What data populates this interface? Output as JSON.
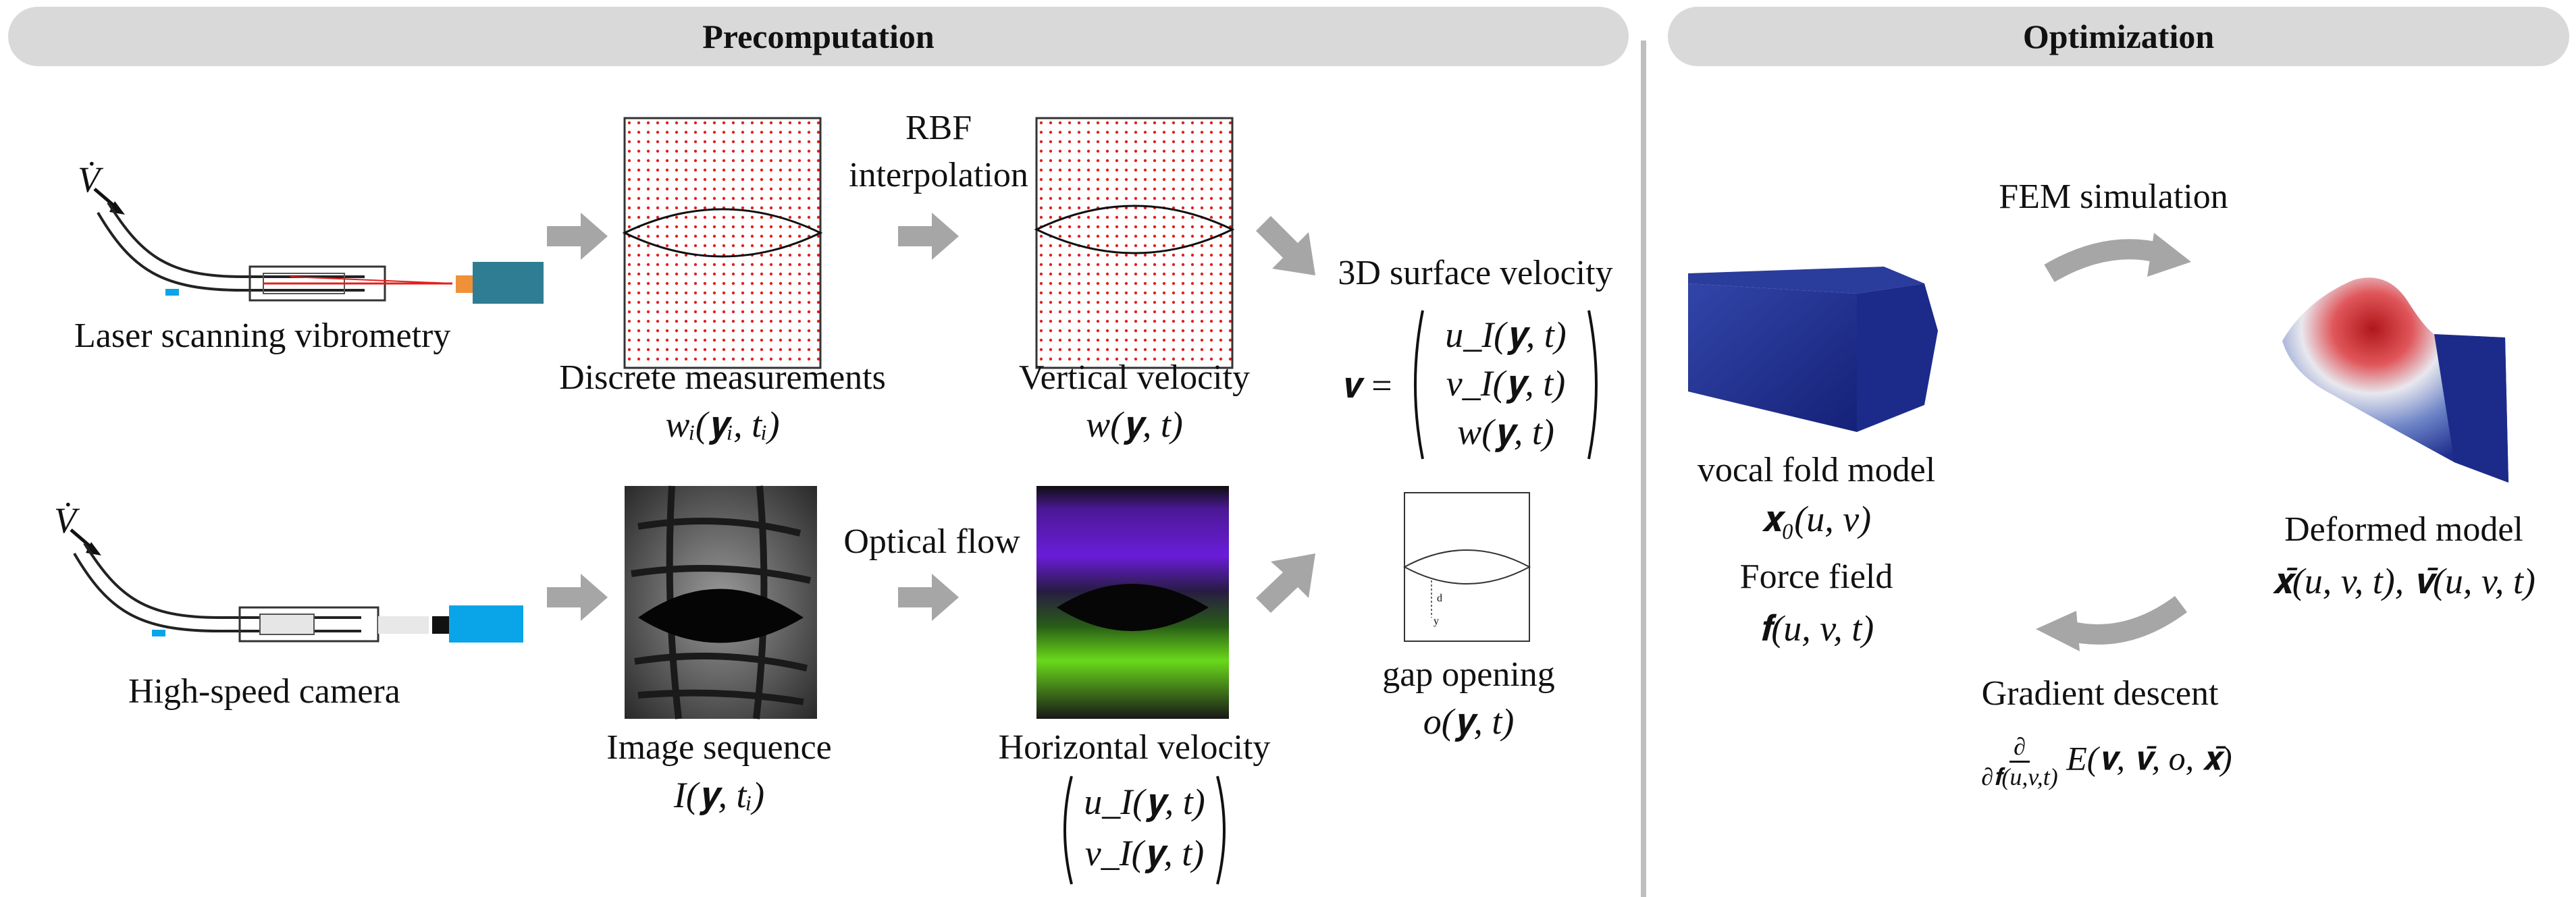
{
  "headers": {
    "precomputation": "Precomputation",
    "optimization": "Optimization"
  },
  "devices": {
    "volume_flow_symbol": "V̇",
    "laser_label": "Laser scanning vibrometry",
    "camera_label": "High-speed camera"
  },
  "steps": {
    "rbf": "RBF interpolation",
    "rbf_line1": "RBF",
    "rbf_line2": "interpolation",
    "optical_flow": "Optical flow",
    "fem": "FEM simulation",
    "gradient": "Gradient descent"
  },
  "items": {
    "discrete_label": "Discrete measurements",
    "discrete_math": "wᵢ(𝐲ᵢ, tᵢ)",
    "vertical_label": "Vertical velocity",
    "vertical_math": "w(𝐲, t)",
    "image_seq_label": "Image sequence",
    "image_seq_math": "I(𝐲, tᵢ)",
    "horizontal_label": "Horizontal velocity",
    "horizontal_row1": "u_I(𝐲, t)",
    "horizontal_row2": "v_I(𝐲, t)",
    "surface_label": "3D surface velocity",
    "surface_lhs": "𝐯 =",
    "surface_row1": "u_I(𝐲, t)",
    "surface_row2": "v_I(𝐲, t)",
    "surface_row3": "w(𝐲, t)",
    "gap_label": "gap opening",
    "gap_math": "o(𝐲, t)",
    "gap_d": "d",
    "gap_y": "y"
  },
  "optimization": {
    "vocal_label": "vocal fold model",
    "vocal_math": "𝐱₀(u, v)",
    "force_label": "Force field",
    "force_math": "𝐟(u, v, t)",
    "deformed_label": "Deformed model",
    "deformed_math": "𝐱̄(u, v, t), 𝐯̄(u, v, t)",
    "grad_num": "∂",
    "grad_den": "∂𝐟(u,v,t)",
    "grad_expr": "E(𝐯, 𝐯̄, o, 𝐱̄)"
  },
  "colors": {
    "header_bg": "#d9d9d9",
    "arrow_gray": "#a6a6a6",
    "dot_red": "#e0211c",
    "laser_teal": "#2e7d93",
    "camera_blue": "#0aa5e8",
    "mesh_blue": "#1c2f8c",
    "hot_red": "#b0171b"
  }
}
